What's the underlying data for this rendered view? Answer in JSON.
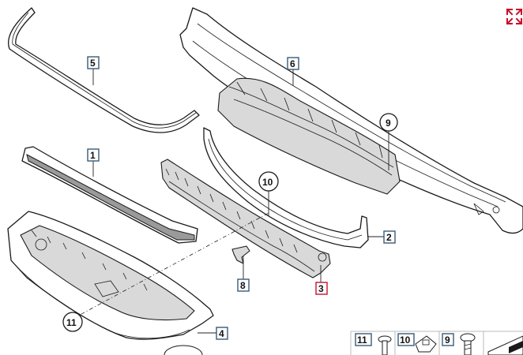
{
  "callouts": [
    {
      "id": "c1",
      "label": "1"
    },
    {
      "id": "c2",
      "label": "2"
    },
    {
      "id": "c3",
      "label": "3"
    },
    {
      "id": "c4",
      "label": "4"
    },
    {
      "id": "c5",
      "label": "5"
    },
    {
      "id": "c6",
      "label": "6"
    },
    {
      "id": "c8",
      "label": "8"
    },
    {
      "id": "c9",
      "label": "9"
    },
    {
      "id": "c10",
      "label": "10"
    },
    {
      "id": "c11",
      "label": "11"
    }
  ],
  "legend": [
    {
      "label": "11"
    },
    {
      "label": "10"
    },
    {
      "label": "9"
    }
  ],
  "colors": {
    "line": "#1a1a1a",
    "highlight": "#c8102e",
    "box_border": "#3a5a78"
  },
  "toolbar": {
    "expand_icon": "expand-arrows-icon"
  }
}
